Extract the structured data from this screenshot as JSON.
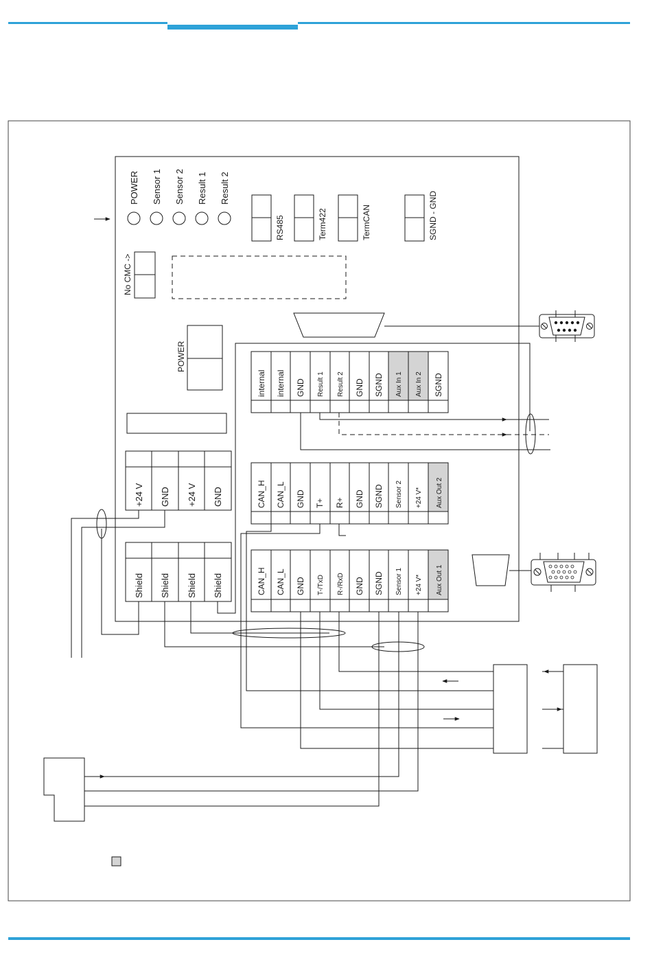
{
  "colors": {
    "rule": "#2ea2d8",
    "line": "#1a1a1a",
    "shade": "#d4d4d4"
  },
  "leds": [
    "POWER",
    "Sensor 1",
    "Sensor 2",
    "Result 1",
    "Result 2"
  ],
  "jumpers": [
    "RS485",
    "Term422",
    "TermCAN",
    "SGND - GND"
  ],
  "no_cmc_label": "No CMC ->",
  "power_connector_label": "POWER",
  "power_terminals": [
    "+24 V",
    "GND",
    "+24 V",
    "GND"
  ],
  "shield_terminals": [
    "Shield",
    "Shield",
    "Shield",
    "Shield"
  ],
  "terminal_block_top": [
    "internal",
    "internal",
    "GND",
    "Result 1",
    "Result 2",
    "GND",
    "SGND",
    "Aux In 1",
    "Aux In 2",
    "SGND"
  ],
  "terminal_block_middle": [
    "CAN_H",
    "CAN_L",
    "GND",
    "T+",
    "R+",
    "GND",
    "SGND",
    "Sensor 2",
    "+24 V*",
    "Aux Out 2"
  ],
  "terminal_block_bottom": [
    "CAN_H",
    "CAN_L",
    "GND",
    "T-/TxD",
    "R-/RxD",
    "GND",
    "SGND",
    "Sensor 1",
    "+24 V*",
    "Aux Out 1"
  ],
  "shaded_terminals": [
    "Aux In 1",
    "Aux In 2",
    "Aux Out 2",
    "Aux Out 1"
  ]
}
